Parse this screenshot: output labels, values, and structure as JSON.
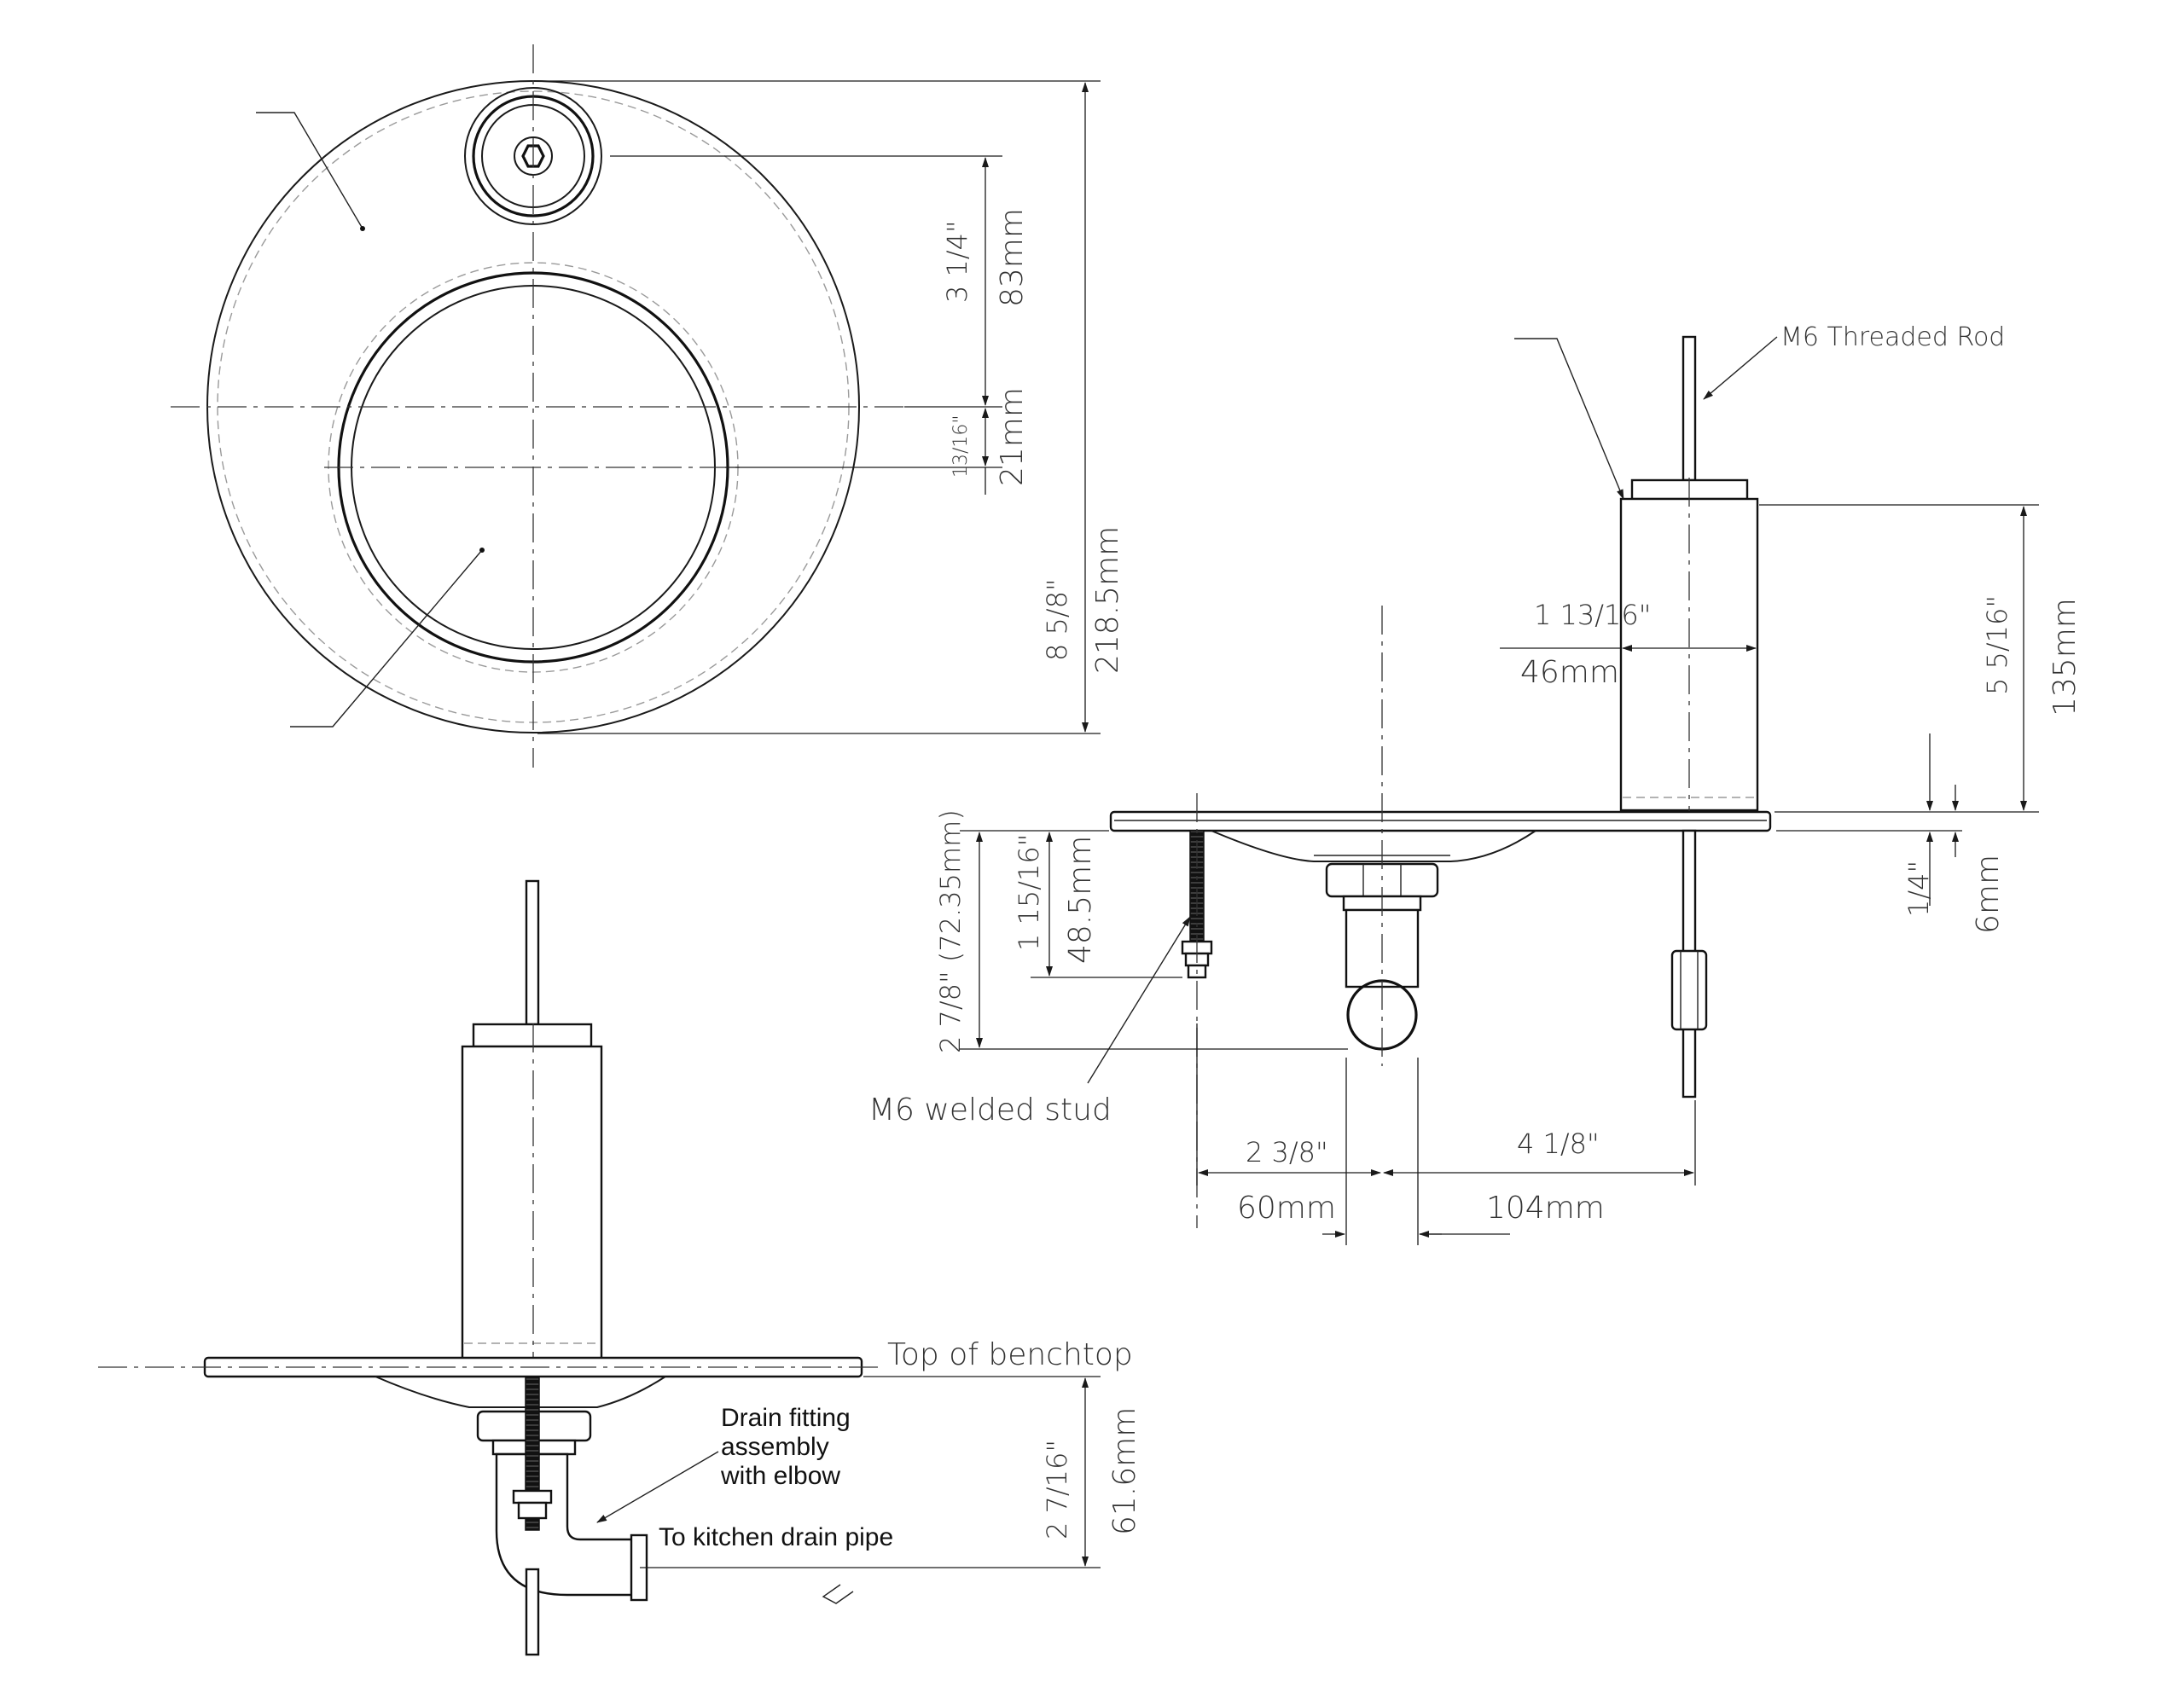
{
  "plan_view": {
    "dim_offset_in": "3 1/4\"",
    "dim_offset_mm": "83mm",
    "dim_center_in": "13/16\"",
    "dim_center_mm": "21mm",
    "dim_diameter_in": "8 5/8\"",
    "dim_diameter_mm": "218.5mm"
  },
  "side_view": {
    "label_rod": "M6 Threaded Rod",
    "dim_body_in": "1 13/16\"",
    "dim_body_mm": "46mm",
    "dim_height_in": "5 5/16\"",
    "dim_height_mm": "135mm",
    "dim_plate_in": "1/4\"",
    "dim_plate_mm": "6mm",
    "dim_stud_in": "1 15/16\"",
    "dim_stud_mm": "48.5mm",
    "dim_drop_in": "2 7/8\" (72.35mm)",
    "label_stud": "M6 welded stud",
    "dim_left_in": "2 3/8\"",
    "dim_right_in": "4 1/8\"",
    "dim_left_mm": "60mm",
    "dim_right_mm": "104mm"
  },
  "front_view": {
    "label_benchtop": "Top of benchtop",
    "label_drain_line1": "Drain fitting",
    "label_drain_line2": "assembly",
    "label_drain_line3": "with elbow",
    "label_pipe": "To kitchen drain pipe",
    "dim_depth_in": "2 7/16\"",
    "dim_depth_mm": "61.6mm"
  }
}
